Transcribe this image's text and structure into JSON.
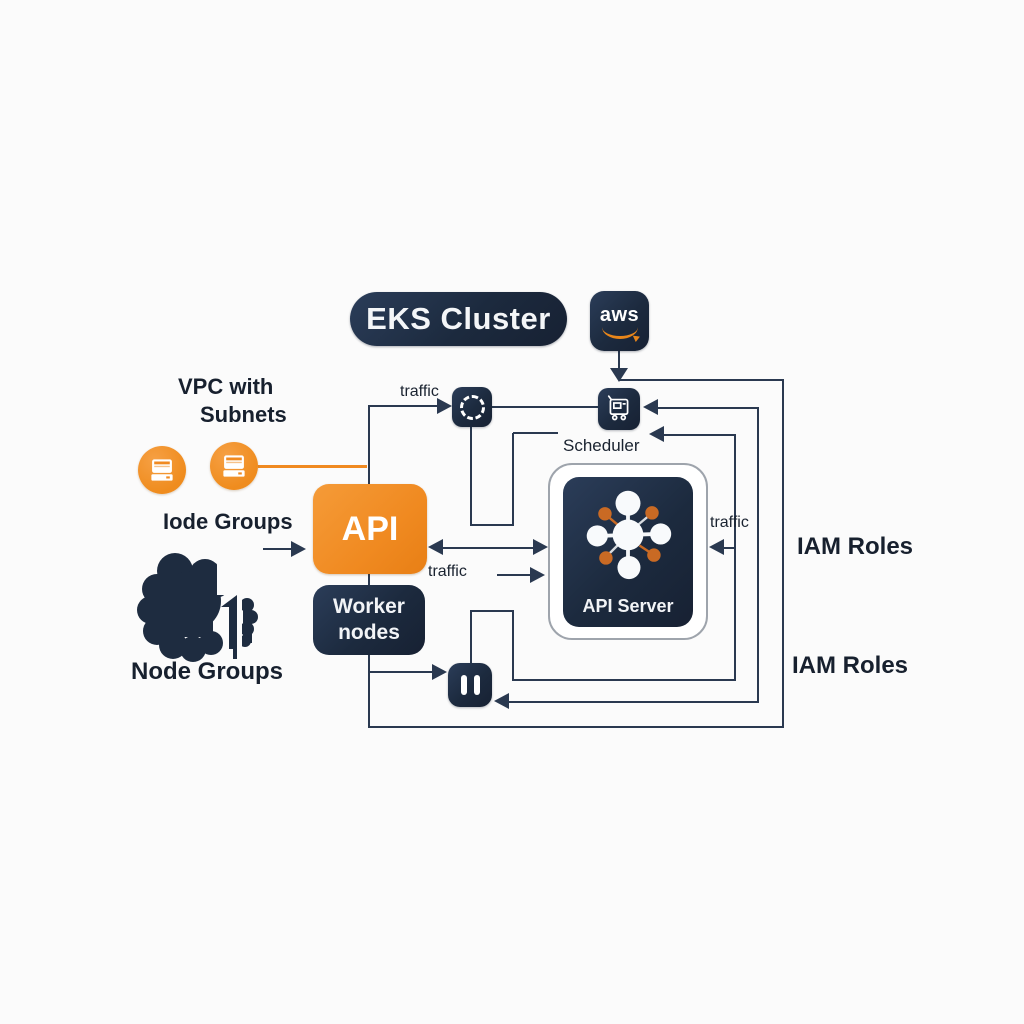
{
  "title": {
    "text": "EKS Cluster"
  },
  "aws_badge": {
    "text": "aws"
  },
  "labels": {
    "vpc_line1": "VPC with",
    "vpc_line2": "Subnets",
    "traffic_top": "traffic",
    "traffic_middle": "traffic",
    "traffic_right": "traffic",
    "scheduler": "Scheduler",
    "iam_roles_1": "IAM Roles",
    "iam_roles_2": "IAM Roles",
    "node_groups_top": "Iode Groups",
    "node_groups_bottom": "Node Groups"
  },
  "nodes": {
    "api": {
      "label": "API"
    },
    "worker": {
      "label": "Worker nodes"
    },
    "api_server": {
      "label": "API Server"
    }
  },
  "icons": {
    "aws_logo": "aws-smile-arrow",
    "spinner": "loading-spinner",
    "scheduler": "scheduler-machine",
    "pause": "pause-bars",
    "api_server_hub": "hub-and-spokes",
    "subnet_instances": "computer-instance",
    "node_group": "cloud-node-group"
  },
  "colors": {
    "navy": "#1c2a3e",
    "orange": "#f08a21",
    "line": "#2a3950",
    "text": "#1a2330",
    "background": "#fbfbfb",
    "server_border_gray": "#9ea4ac",
    "hub_dot_orange": "#c96a24"
  }
}
